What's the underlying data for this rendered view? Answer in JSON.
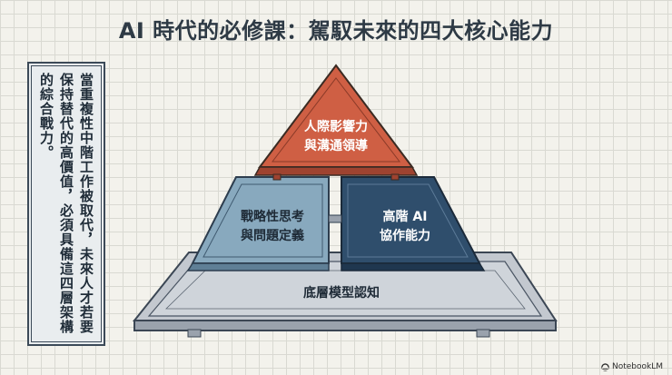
{
  "title": "AI 時代的必修課：駕馭未來的四大核心能力",
  "sidebar": {
    "text": "當重複性中階工作被取代，未來人才若要保持替代的高價值，必須具備這四層架構的綜合戰力。"
  },
  "pyramid": {
    "top": {
      "line1": "人際影響力",
      "line2": "與溝通領導",
      "color": "#cf5f44"
    },
    "middle_left": {
      "line1": "戰略性思考",
      "line2": "與問題定義",
      "color": "#7fa2b8"
    },
    "middle_right": {
      "line1": "高階 AI",
      "line2": "協作能力",
      "color": "#2f4e6c"
    },
    "base": {
      "label": "底層模型認知",
      "color": "#c9ced5"
    }
  },
  "brand": "NotebookLM"
}
